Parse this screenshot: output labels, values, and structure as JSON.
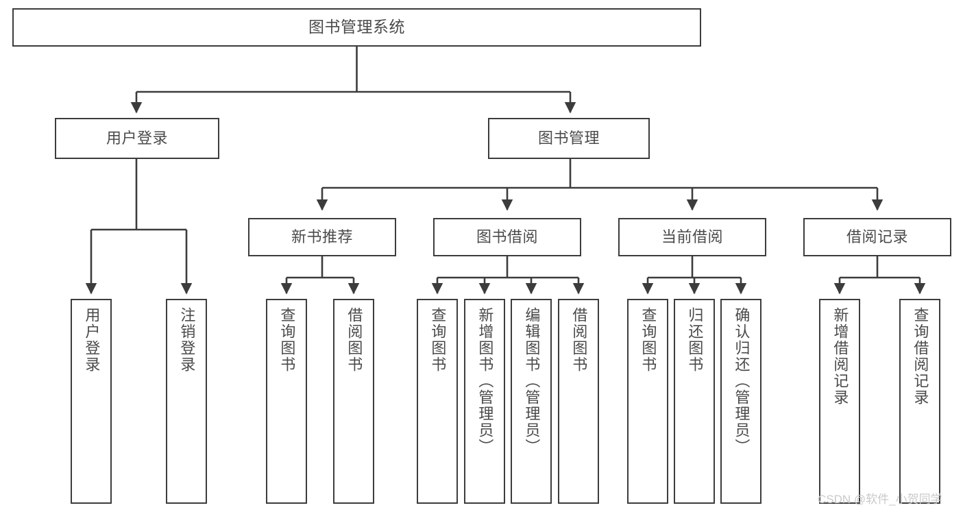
{
  "diagram": {
    "type": "tree",
    "title": "图书管理系统",
    "orientation": "top-down",
    "colors": {
      "background": "#ffffff",
      "box_border": "#3c3c3c",
      "box_fill": "#ffffff",
      "text": "#4a4a4a",
      "edge": "#3c3c3c",
      "watermark": "#c9c9c9"
    },
    "levels": [
      {
        "index": 0,
        "name": "root"
      },
      {
        "index": 1,
        "name": "modules"
      },
      {
        "index": 2,
        "name": "submodules"
      },
      {
        "index": 3,
        "name": "functions"
      }
    ]
  },
  "root": {
    "label": "图书管理系统"
  },
  "modules": [
    {
      "id": "user-login",
      "label": "用户登录"
    },
    {
      "id": "book-manage",
      "label": "图书管理"
    }
  ],
  "submodules": [
    {
      "id": "new-book-recommend",
      "label": "新书推荐",
      "parent": "book-manage"
    },
    {
      "id": "book-borrow",
      "label": "图书借阅",
      "parent": "book-manage"
    },
    {
      "id": "current-borrow",
      "label": "当前借阅",
      "parent": "book-manage"
    },
    {
      "id": "borrow-record",
      "label": "借阅记录",
      "parent": "book-manage"
    }
  ],
  "leaves": {
    "user_login": [
      {
        "id": "leaf-user-login",
        "label": "用户登录"
      },
      {
        "id": "leaf-user-logout",
        "label": "注销登录"
      }
    ],
    "new_book_recommend": [
      {
        "id": "leaf-query-book-1",
        "label": "查询图书"
      },
      {
        "id": "leaf-borrow-book-1",
        "label": "借阅图书"
      }
    ],
    "book_borrow": [
      {
        "id": "leaf-query-book-2",
        "label": "查询图书"
      },
      {
        "id": "leaf-add-book",
        "label": "新增图书（管理员）"
      },
      {
        "id": "leaf-edit-book",
        "label": "编辑图书（管理员）"
      },
      {
        "id": "leaf-borrow-book-2",
        "label": "借阅图书"
      }
    ],
    "current_borrow": [
      {
        "id": "leaf-query-book-3",
        "label": "查询图书"
      },
      {
        "id": "leaf-return-book",
        "label": "归还图书"
      },
      {
        "id": "leaf-confirm-return",
        "label": "确认归还（管理员）"
      }
    ],
    "borrow_record": [
      {
        "id": "leaf-add-record",
        "label": "新增借阅记录"
      },
      {
        "id": "leaf-query-record",
        "label": "查询借阅记录"
      }
    ]
  },
  "watermark": {
    "text": "CSDN @软件_小贺同学"
  }
}
